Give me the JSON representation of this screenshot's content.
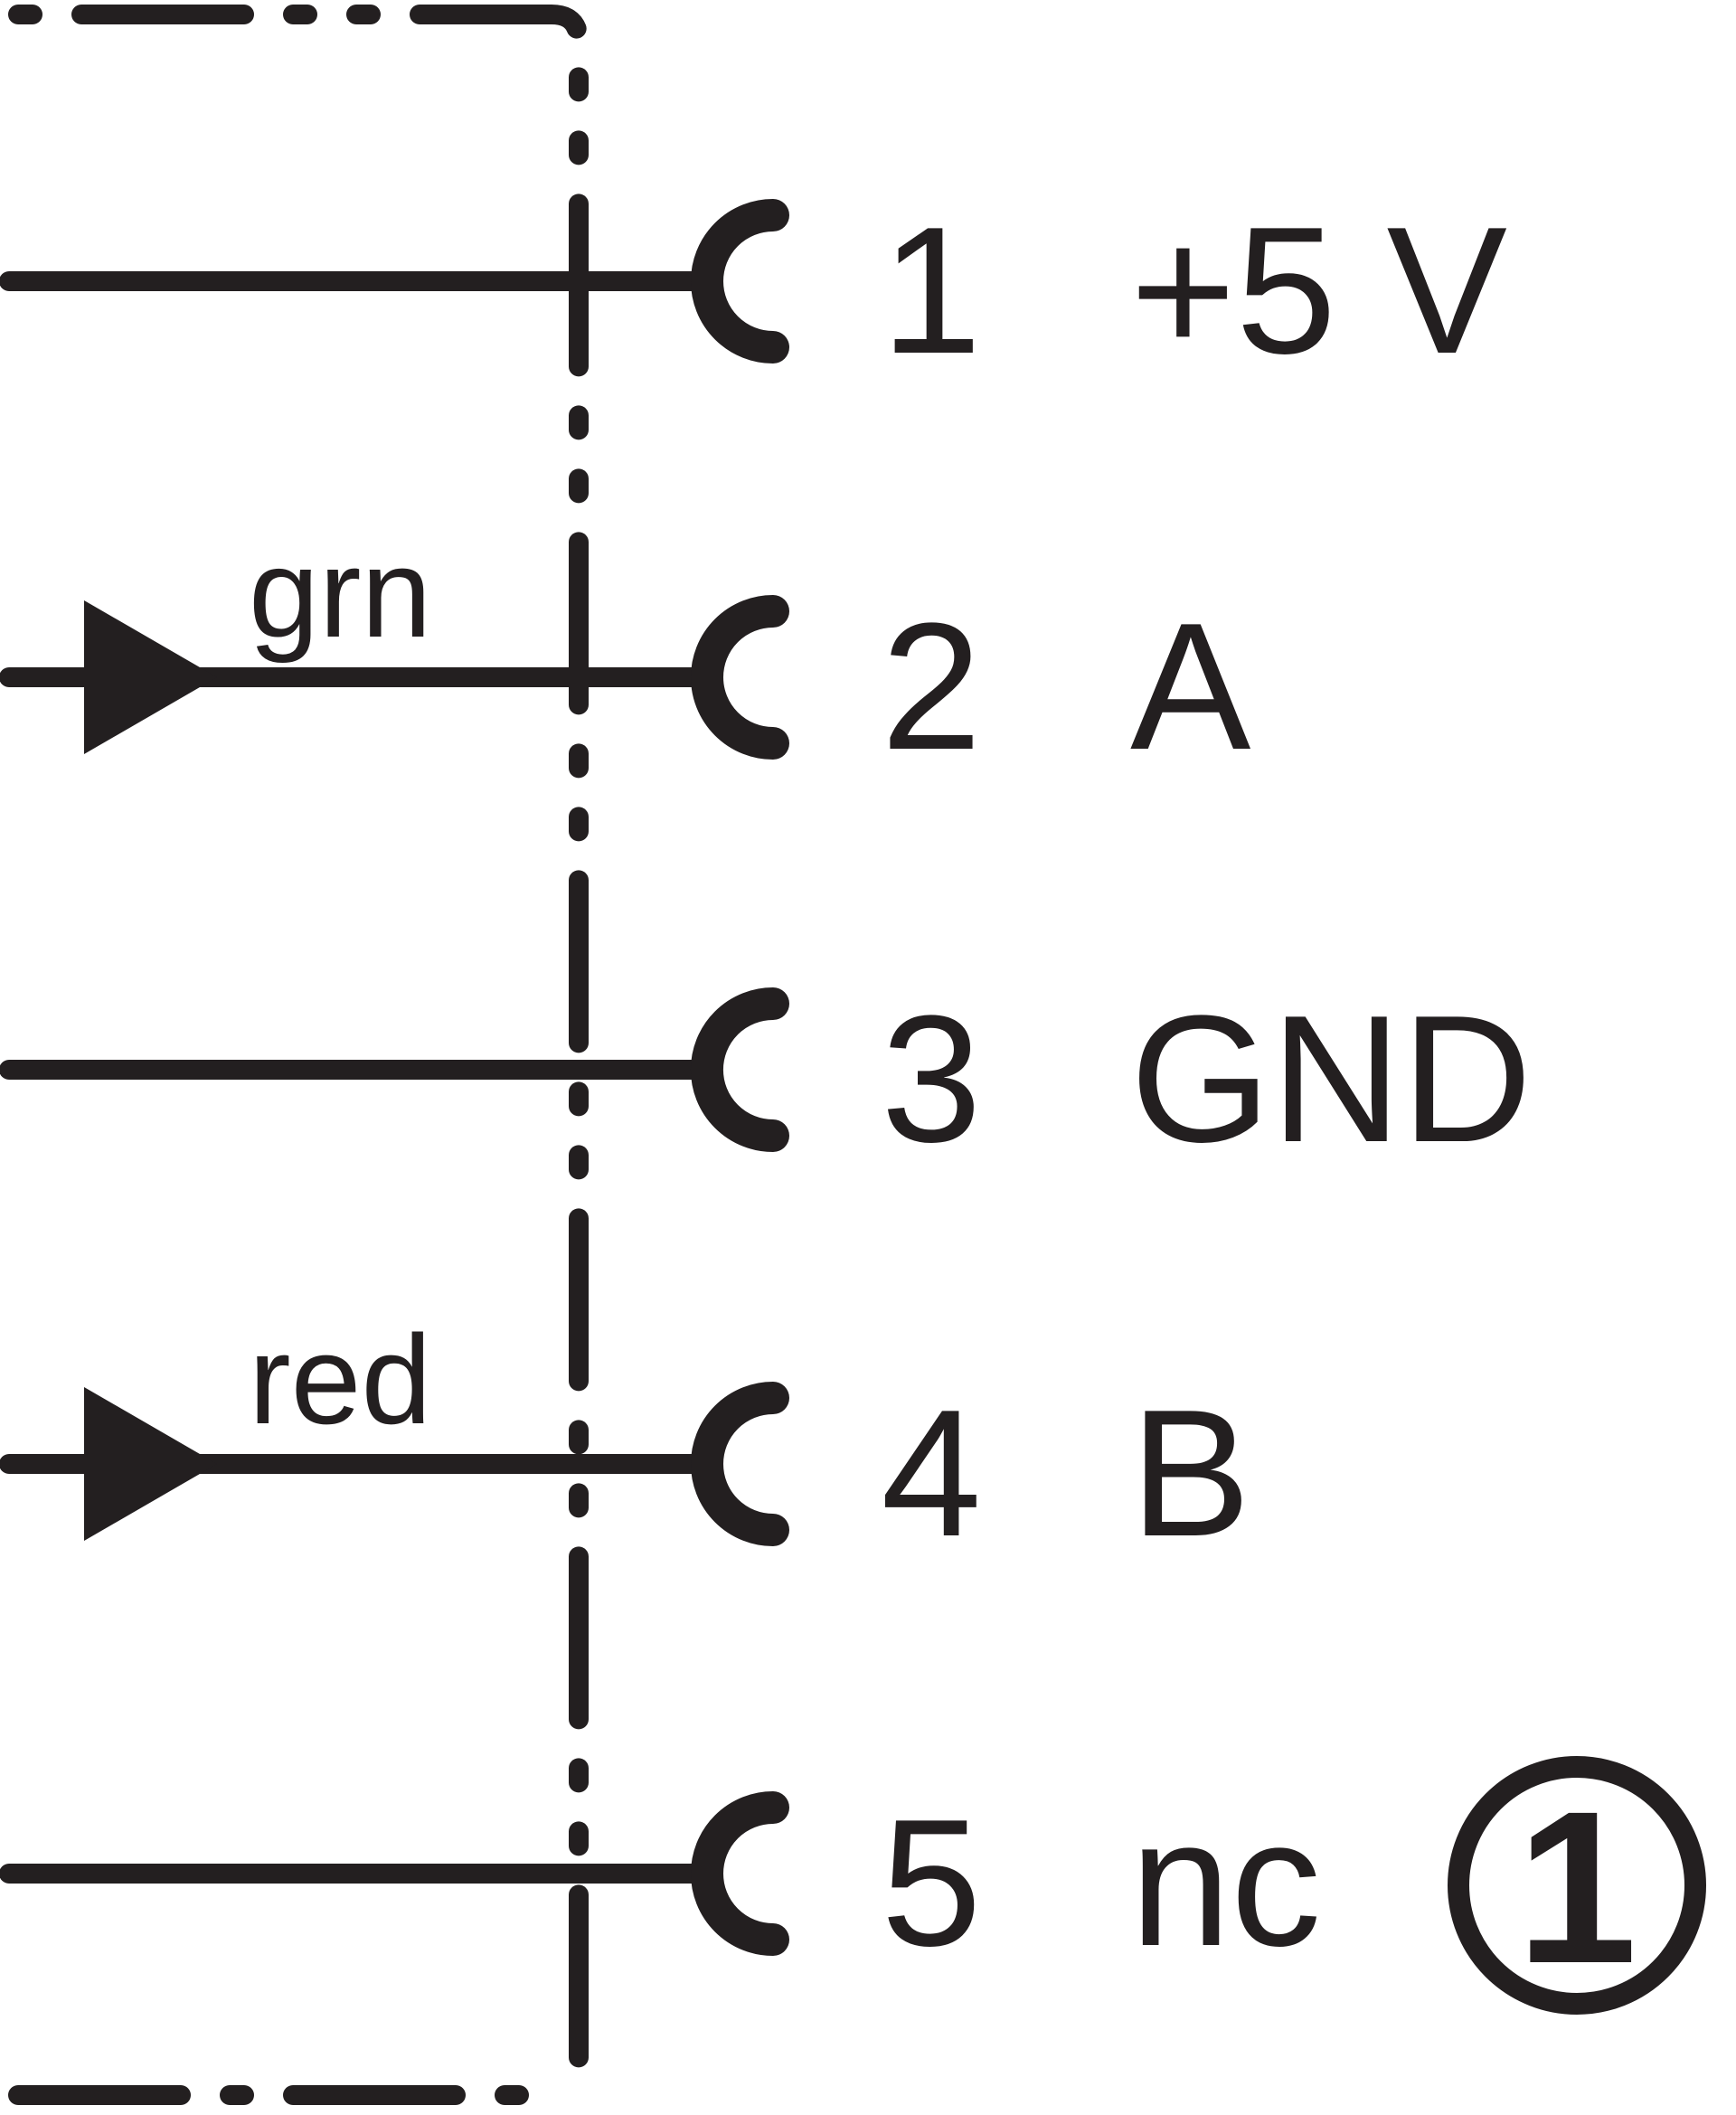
{
  "diagram": {
    "ink_color": "#231f20",
    "background": "#ffffff",
    "pins": [
      {
        "number": "1",
        "signal": "+5 V",
        "wire_label": "",
        "has_arrow": false
      },
      {
        "number": "2",
        "signal": "A",
        "wire_label": "grn",
        "has_arrow": true
      },
      {
        "number": "3",
        "signal": "GND",
        "wire_label": "",
        "has_arrow": false
      },
      {
        "number": "4",
        "signal": "B",
        "wire_label": "red",
        "has_arrow": true
      },
      {
        "number": "5",
        "signal": "nc",
        "wire_label": "",
        "has_arrow": false
      }
    ],
    "badge": {
      "label": "1",
      "icon": "circled-number-icon"
    }
  }
}
